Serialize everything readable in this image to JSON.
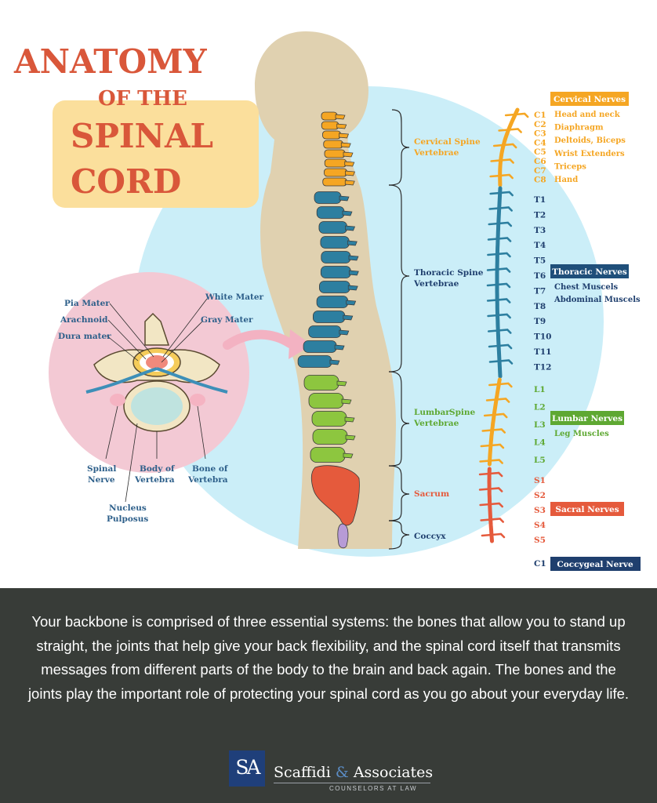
{
  "title": {
    "line1": "ANATOMY",
    "line2": "OF THE",
    "line3": "SPINAL",
    "line4": "CORD"
  },
  "cross_section": {
    "pia_mater": "Pia Mater",
    "arachnoid": "Arachnoid",
    "dura_mater": "Dura mater",
    "white_mater": "White Mater",
    "gray_mater": "Gray Mater",
    "spinal_nerve_1": "Spinal",
    "spinal_nerve_2": "Nerve",
    "body_1": "Body of",
    "body_2": "Vertebra",
    "bone_1": "Bone of",
    "bone_2": "Vertebra",
    "nucleus_1": "Nucleus",
    "nucleus_2": "Pulposus"
  },
  "regions": {
    "cervical_1": "Cervical Spine",
    "cervical_2": "Vertebrae",
    "thoracic_1": "Thoracic Spine",
    "thoracic_2": "Vertebrae",
    "lumbar_1": "Lumbar",
    "lumbar_1b": "Spine",
    "lumbar_2": "Vertebrae",
    "sacrum": "Sacrum",
    "coccyx": "Coccyx"
  },
  "levels": {
    "c": [
      "C1",
      "C2",
      "C3",
      "C4",
      "C5",
      "C6",
      "C7",
      "C8"
    ],
    "t": [
      "T1",
      "T2",
      "T3",
      "T4",
      "T5",
      "T6",
      "T7",
      "T8",
      "T9",
      "T10",
      "T11",
      "T12"
    ],
    "l": [
      "L1",
      "L2",
      "L3",
      "L4",
      "L5"
    ],
    "s": [
      "S1",
      "S2",
      "S3",
      "S4",
      "S5"
    ],
    "coc": "C1"
  },
  "nerves": {
    "cervical_header": "Cervical Nerves",
    "cervical_items": [
      "Head and neck",
      "Diaphragm",
      "Deltoids, Biceps",
      "Wrist Extenders",
      "Triceps",
      "Hand"
    ],
    "thoracic_header": "Thoracic Nerves",
    "thoracic_items": [
      "Chest Muscels",
      "Abdominal Muscels"
    ],
    "lumbar_header": "Lumbar Nerves",
    "lumbar_items": [
      "Leg Muscles"
    ],
    "sacral_header": "Sacral Nerves",
    "coccygeal_header": "Coccygeal Nerve"
  },
  "colors": {
    "title_red": "#d9573a",
    "title_box": "#fbdf9c",
    "cervical": "#f5a623",
    "thoracic": "#2d7fa0",
    "lumbar": "#8dc63f",
    "sacral": "#e55a3c",
    "coccygeal": "#1f3f6e",
    "background_circle": "#cbeef8",
    "pink_circle": "#f5cdd8",
    "silhouette": "#e0d1b0",
    "footer": "#383c38"
  },
  "description": "Your backbone is comprised of three essential systems: the bones that allow you to stand up straight, the joints that help give your back flexibility, and the spinal cord itself that transmits messages from different parts of the body to the brain and back again. The bones and the joints play the important role of protecting your spinal cord as you go about your everyday life.",
  "logo": {
    "mark": "SA",
    "name": "Scaffidi",
    "amp": "&",
    "name2": "Associates",
    "tagline": "COUNSELORS AT LAW"
  }
}
